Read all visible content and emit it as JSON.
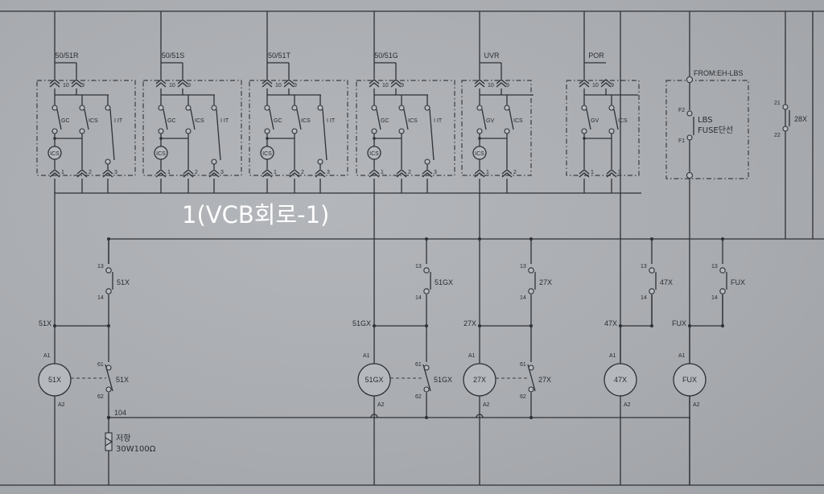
{
  "title_text": "1(VCB회로-1)",
  "relay_boxes": [
    {
      "label": "50/51R",
      "t1": "10",
      "t2": "9",
      "c1": "GC",
      "c2": "ICS",
      "c3": "I IT",
      "ics": "ICS",
      "b1": "1",
      "b2": "2",
      "b3": "3"
    },
    {
      "label": "50/51S",
      "t1": "10",
      "t2": "9",
      "c1": "GC",
      "c2": "ICS",
      "c3": "I IT",
      "ics": "ICS",
      "b1": "1",
      "b2": "2",
      "b3": "3"
    },
    {
      "label": "50/51T",
      "t1": "10",
      "t2": "9",
      "c1": "GC",
      "c2": "ICS",
      "c3": "I IT",
      "ics": "ICS",
      "b1": "1",
      "b2": "2",
      "b3": "3"
    },
    {
      "label": "50/51G",
      "t1": "10",
      "t2": "9",
      "c1": "GC",
      "c2": "ICS",
      "c3": "I IT",
      "ics": "ICS",
      "b1": "1",
      "b2": "2",
      "b3": "3"
    },
    {
      "label": "UVR",
      "t1": "10",
      "t2": "9",
      "c1": "GV",
      "c2": "ICS",
      "ics": "ICS",
      "b1": "1",
      "b2": "2"
    },
    {
      "label": "POR",
      "t1": "10",
      "t2": "9",
      "c1": "GV",
      "c2": "ICS",
      "b1": "1",
      "b2": "3"
    }
  ],
  "lbs_box": {
    "from_label": "FROM:EH-LBS",
    "f2": "F2",
    "f1": "F1",
    "line1": "LBS",
    "line2": "FUSE단선"
  },
  "relay_28x": {
    "label": "28X",
    "top": "21",
    "bottom": "22"
  },
  "auxiliary_relays": [
    {
      "name": "51X",
      "no_label": "51X",
      "no_top": "13",
      "no_bottom": "14",
      "node": "51X",
      "a1": "A1",
      "a2": "A2",
      "nc_label": "51X",
      "nc_top": "61",
      "nc_bottom": "62"
    },
    {
      "name": "51GX",
      "no_label": "51GX",
      "no_top": "13",
      "no_bottom": "14",
      "node": "51GX",
      "a1": "A1",
      "a2": "A2",
      "nc_label": "51GX",
      "nc_top": "61",
      "nc_bottom": "62"
    },
    {
      "name": "27X",
      "no_label": "27X",
      "no_top": "13",
      "no_bottom": "14",
      "node": "27X",
      "a1": "A1",
      "a2": "A2",
      "nc_label": "27X",
      "nc_top": "61",
      "nc_bottom": "62"
    },
    {
      "name": "47X",
      "no_label": "47X",
      "no_top": "13",
      "no_bottom": "14",
      "node": "47X",
      "a1": "A1",
      "a2": "A2"
    },
    {
      "name": "FUX",
      "no_label": "FUX",
      "no_top": "13",
      "no_bottom": "14",
      "node": "FUX",
      "a1": "A1",
      "a2": "A2"
    }
  ],
  "node_104": "104",
  "resistor": {
    "line1": "저항",
    "line2": "30W100Ω"
  }
}
